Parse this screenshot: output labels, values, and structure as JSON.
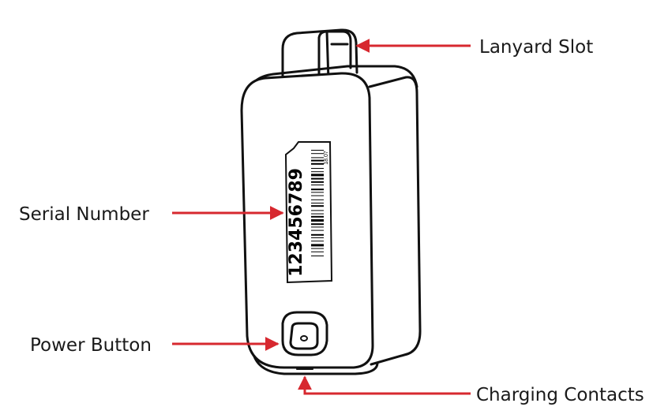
{
  "colors": {
    "accent": "#d7282f",
    "outline": "#111111"
  },
  "callouts": {
    "lanyard_slot": "Lanyard Slot",
    "serial_number": "Serial Number",
    "power_button": "Power Button",
    "charging_contacts": "Charging Contacts"
  },
  "device_label": {
    "serial": "123456789",
    "date_code": "18.07"
  }
}
